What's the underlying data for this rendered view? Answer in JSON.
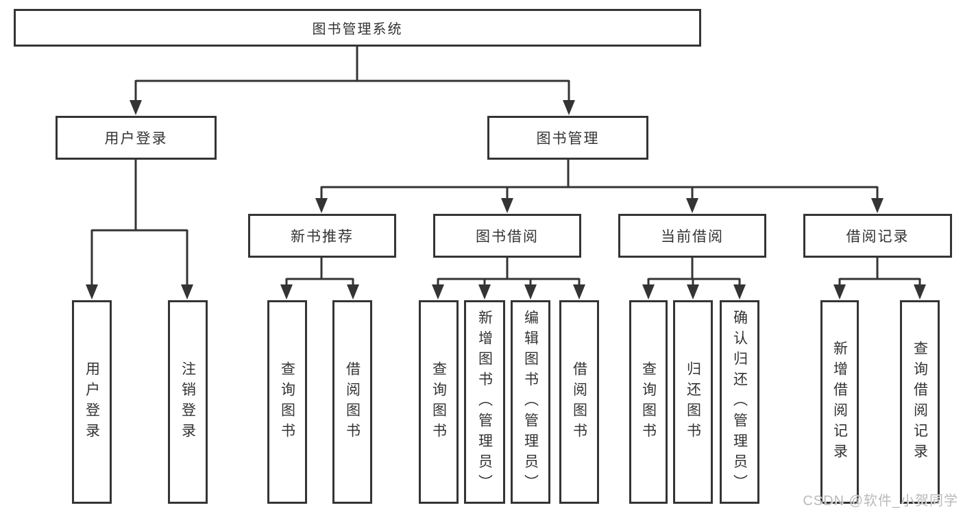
{
  "diagram": {
    "type": "functional-structure-tree",
    "tree": {
      "label": "图书管理系统",
      "children": [
        {
          "label": "用户登录",
          "children": [
            {
              "label": "用户登录"
            },
            {
              "label": "注销登录"
            }
          ]
        },
        {
          "label": "图书管理",
          "children": [
            {
              "label": "新书推荐",
              "children": [
                {
                  "label": "查询图书"
                },
                {
                  "label": "借阅图书"
                }
              ]
            },
            {
              "label": "图书借阅",
              "children": [
                {
                  "label": "查询图书"
                },
                {
                  "label": "新增图书（管理员）"
                },
                {
                  "label": "编辑图书（管理员）"
                },
                {
                  "label": "借阅图书"
                }
              ]
            },
            {
              "label": "当前借阅",
              "children": [
                {
                  "label": "查询图书"
                },
                {
                  "label": "归还图书"
                },
                {
                  "label": "确认归还（管理员）"
                }
              ]
            },
            {
              "label": "借阅记录",
              "children": [
                {
                  "label": "新增借阅记录"
                },
                {
                  "label": "查询借阅记录"
                }
              ]
            }
          ]
        }
      ]
    },
    "colors": {
      "line": "#343434",
      "text": "#333333",
      "background": "#ffffff",
      "watermark": "#b6b6b6"
    }
  },
  "watermark": {
    "text": "CSDN @软件_小贺同学"
  }
}
